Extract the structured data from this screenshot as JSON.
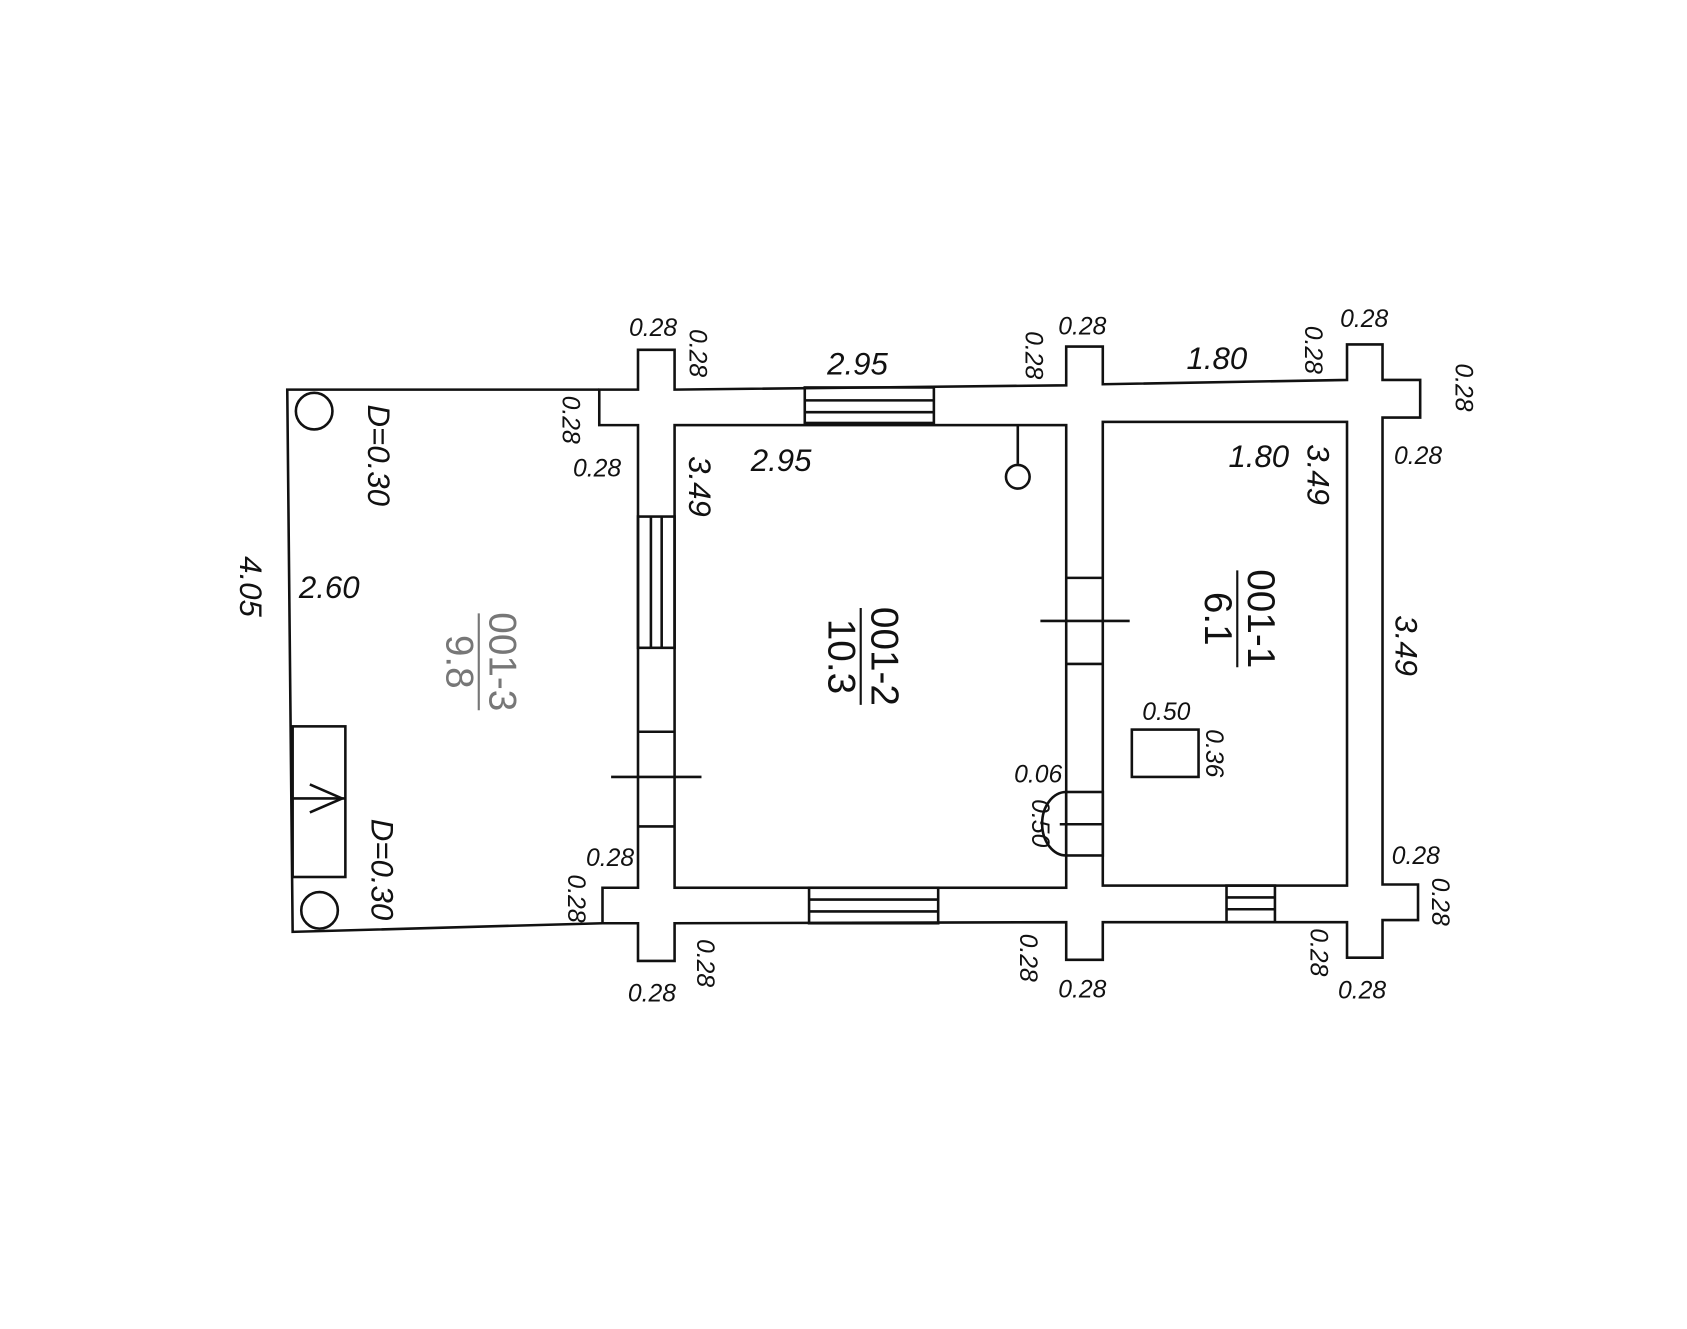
{
  "rooms": [
    {
      "id": "001-1",
      "area": "6.1"
    },
    {
      "id": "001-2",
      "area": "10.3"
    },
    {
      "id": "001-3",
      "area": "9.8"
    }
  ],
  "colors": {
    "line": "#111111",
    "room_001_3_label": "#777777"
  },
  "dimensions": {
    "d0": "0.28",
    "d1": "0.28",
    "d2": "0.28",
    "d3": "0.28",
    "top_len_2": "2.95",
    "inner_len_2": "2.95",
    "room2_h": "3.49",
    "d7": "0.28",
    "d8": "0.28",
    "top_len_1": "1.80",
    "d10": "0.28",
    "d11": "0.28",
    "d12": "0.28",
    "d13": "0.28",
    "inner_len_1": "1.80",
    "room1_h_inner": "3.49",
    "room1_h_outer": "3.49",
    "stove_d_top": "D=0.30",
    "stove_d_bottom": "D=0.30",
    "veranda_len": "4.05",
    "veranda_w": "2.60",
    "box_w": "0.50",
    "box_h": "0.36",
    "door_offset": "0.06",
    "door_w": "0.50",
    "b0": "0.28",
    "b1": "0.28",
    "b2": "0.28",
    "b3": "0.28",
    "b4": "0.28",
    "b5": "0.28",
    "b6": "0.28",
    "b7": "0.28",
    "b8": "0.28",
    "b9": "0.28"
  }
}
